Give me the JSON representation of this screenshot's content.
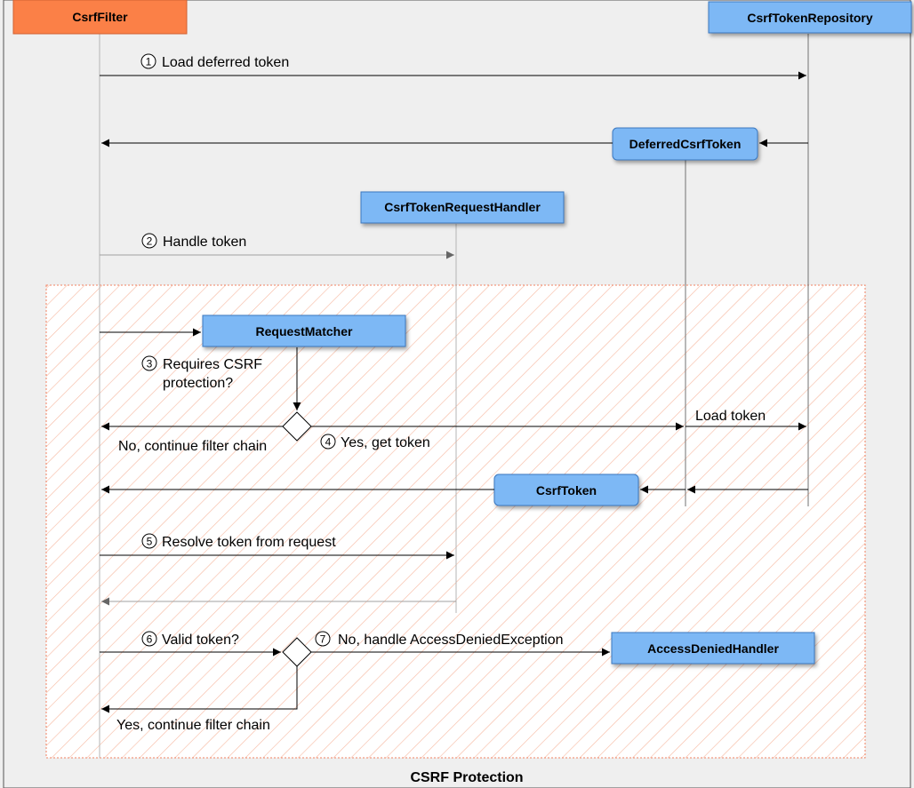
{
  "colors": {
    "filter_box": "#fb8047",
    "component_box": "#7db8f5",
    "hatch": "#f6b8a0",
    "background": "#efefef",
    "protection_bg": "#ffffff"
  },
  "participants": {
    "csrf_filter": "CsrfFilter",
    "csrf_token_repository": "CsrfTokenRepository",
    "deferred_csrf_token": "DeferredCsrfToken",
    "csrf_token_request_handler": "CsrfTokenRequestHandler",
    "request_matcher": "RequestMatcher",
    "csrf_token": "CsrfToken",
    "access_denied_handler": "AccessDeniedHandler"
  },
  "steps": {
    "s1": {
      "num": "1",
      "label": "Load deferred token"
    },
    "s2": {
      "num": "2",
      "label": "Handle token"
    },
    "s3": {
      "num": "3",
      "line1": "Requires CSRF",
      "line2": "protection?"
    },
    "s4": {
      "num": "4",
      "label": "Yes, get token"
    },
    "s5": {
      "num": "5",
      "label": "Resolve token from request"
    },
    "s6": {
      "num": "6",
      "label": "Valid token?"
    },
    "s7": {
      "num": "7",
      "label": "No, handle AccessDeniedException"
    }
  },
  "labels": {
    "no_continue": "No, continue filter chain",
    "load_token": "Load token",
    "yes_continue": "Yes, continue filter chain"
  },
  "caption": "CSRF Protection"
}
